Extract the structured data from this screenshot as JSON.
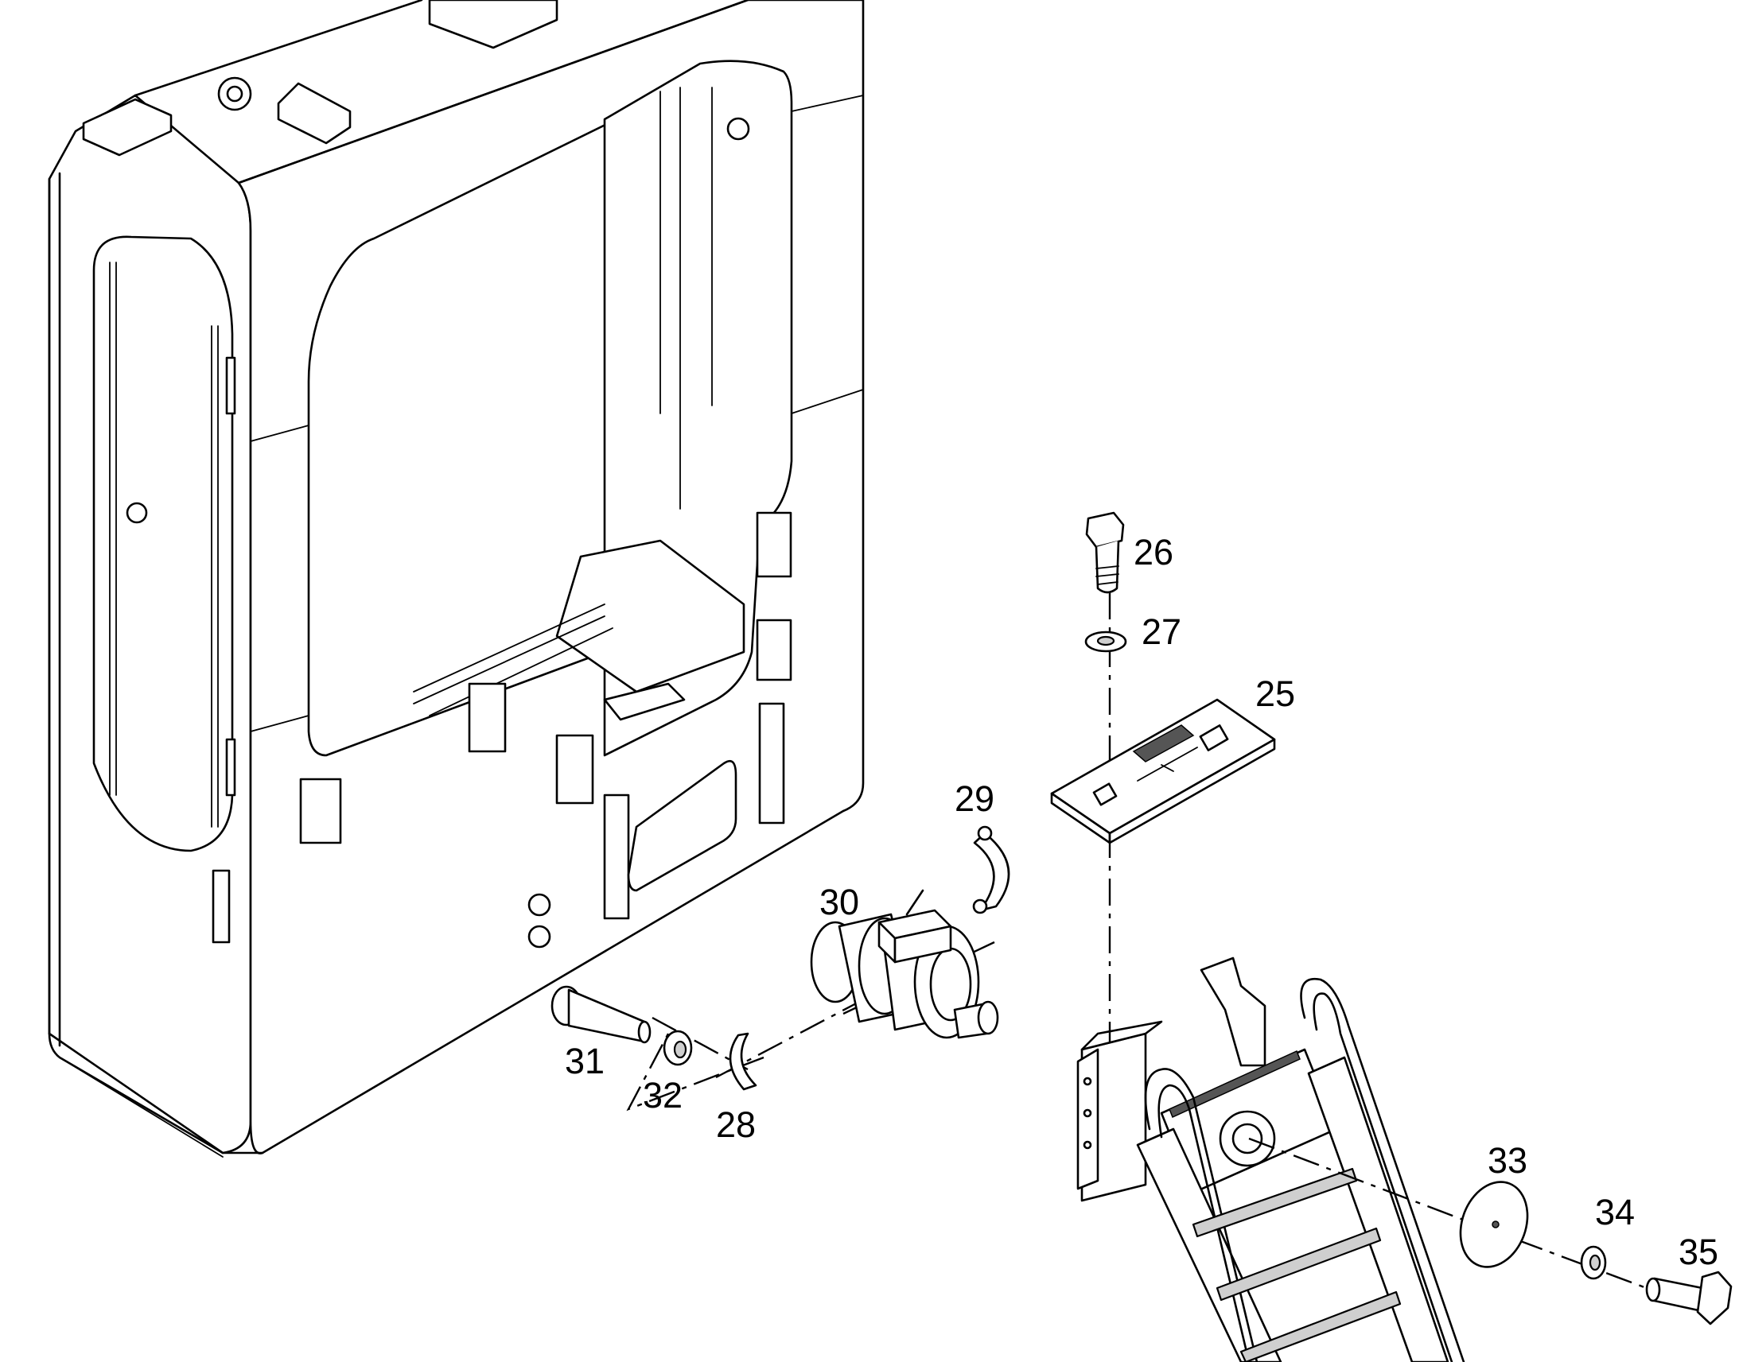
{
  "labels": {
    "p25": "25",
    "p26": "26",
    "p27": "27",
    "p28": "28",
    "p29": "29",
    "p30": "30",
    "p31": "31",
    "p32": "32",
    "p33": "33",
    "p34": "34",
    "p35": "35"
  }
}
